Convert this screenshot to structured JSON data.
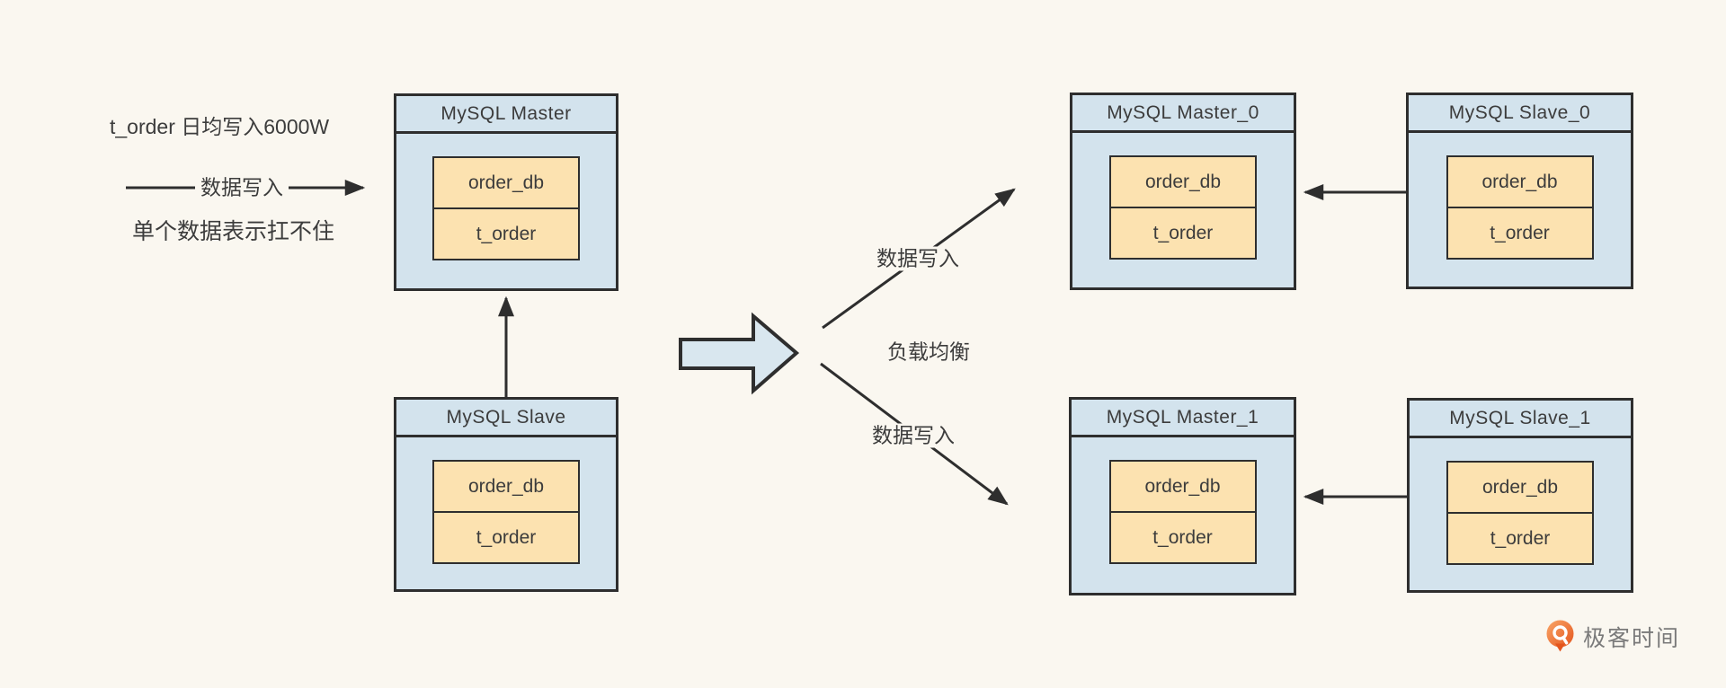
{
  "page": {
    "background": "#faf7f0"
  },
  "colors": {
    "node_fill": "#d3e3ed",
    "table_fill": "#fce2b0",
    "border": "#2e2e2e",
    "block_arrow_fill": "#d9e7ef",
    "text": "#3c3c3c",
    "logo_orange": "#e8632a",
    "logo_text": "#7a7a7a"
  },
  "annotation": {
    "line1": "t_order 日均写入6000W",
    "arrow_label": "数据写入",
    "line2": "单个数据表示扛不住"
  },
  "nodes": {
    "master": {
      "title": "MySQL Master",
      "db": "order_db",
      "table": "t_order"
    },
    "slave": {
      "title": "MySQL Slave",
      "db": "order_db",
      "table": "t_order"
    },
    "master0": {
      "title": "MySQL Master_0",
      "db": "order_db",
      "table": "t_order"
    },
    "slave0": {
      "title": "MySQL Slave_0",
      "db": "order_db",
      "table": "t_order"
    },
    "master1": {
      "title": "MySQL Master_1",
      "db": "order_db",
      "table": "t_order"
    },
    "slave1": {
      "title": "MySQL Slave_1",
      "db": "order_db",
      "table": "t_order"
    }
  },
  "labels": {
    "upper_write": "数据写入",
    "load_balance": "负载均衡",
    "lower_write": "数据写入"
  },
  "logo": {
    "text": "极客时间"
  }
}
